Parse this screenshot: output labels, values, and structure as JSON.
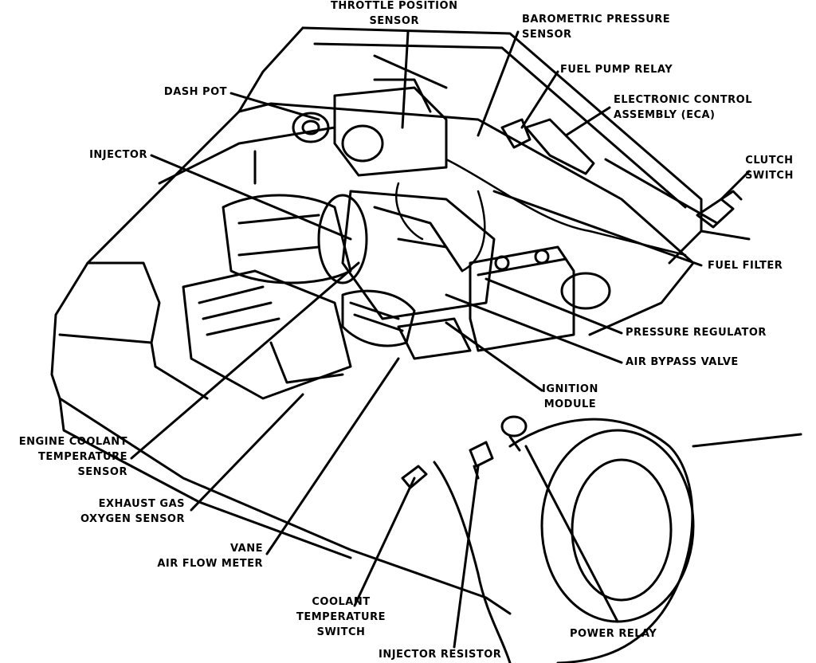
{
  "labels": {
    "throttle_position_sensor": [
      "THROTTLE POSITION",
      "SENSOR"
    ],
    "barometric_pressure_sensor": [
      "BAROMETRIC PRESSURE",
      "SENSOR"
    ],
    "fuel_pump_relay": [
      "FUEL PUMP RELAY"
    ],
    "electronic_control_assembly": [
      "ELECTRONIC CONTROL",
      "ASSEMBLY (ECA)"
    ],
    "dash_pot": [
      "DASH POT"
    ],
    "injector": [
      "INJECTOR"
    ],
    "clutch_switch": [
      "CLUTCH",
      "SWITCH"
    ],
    "fuel_filter": [
      "FUEL FILTER"
    ],
    "pressure_regulator": [
      "PRESSURE REGULATOR"
    ],
    "air_bypass_valve": [
      "AIR BYPASS VALVE"
    ],
    "ignition_module": [
      "IGNITION",
      "MODULE"
    ],
    "engine_coolant_temperature_sensor": [
      "ENGINE COOLANT",
      "TEMPERATURE",
      "SENSOR"
    ],
    "exhaust_gas_oxygen_sensor": [
      "EXHAUST GAS",
      "OXYGEN SENSOR"
    ],
    "vane_air_flow_meter": [
      "VANE",
      "AIR FLOW METER"
    ],
    "coolant_temperature_switch": [
      "COOLANT",
      "TEMPERATURE",
      "SWITCH"
    ],
    "power_relay": [
      "POWER RELAY"
    ],
    "injector_resistor": [
      "INJECTOR RESISTOR"
    ]
  }
}
